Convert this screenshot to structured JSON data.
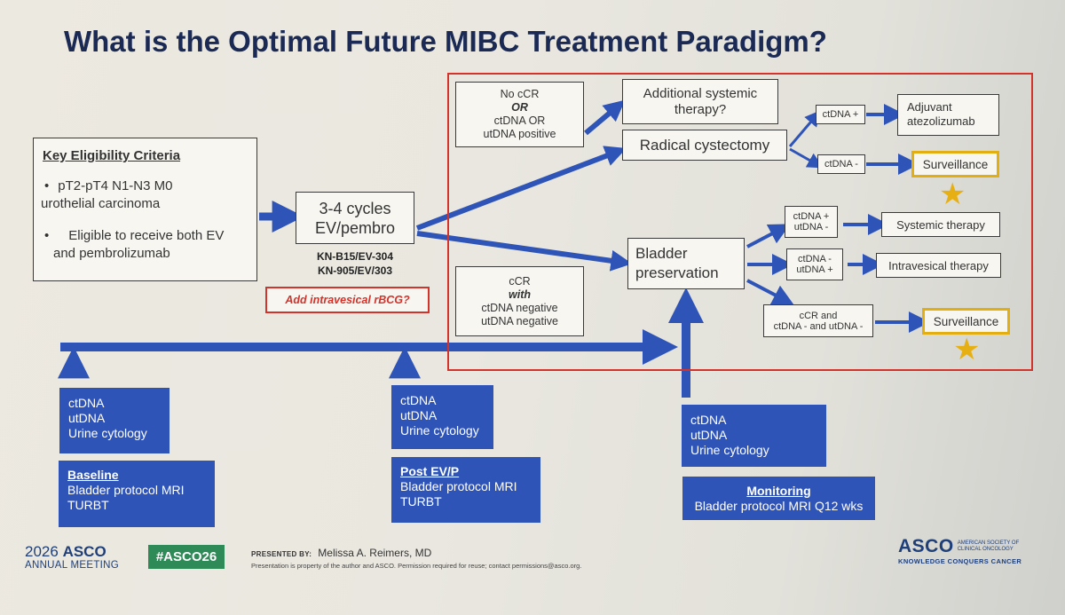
{
  "title": "What is the Optimal Future MIBC Treatment Paradigm?",
  "eligibility": {
    "heading": "Key Eligibility Criteria",
    "item1_bullet": "•",
    "item1_line1": "pT2-pT4 N1-N3 M0",
    "item1_line2": "urothelial carcinoma",
    "item2_bullet": "•",
    "item2_line1": "Eligible to receive both EV",
    "item2_line2": "and pembrolizumab"
  },
  "induction": {
    "line1": "3-4 cycles",
    "line2": "EV/pembro",
    "trial1": "KN-B15/EV-304",
    "trial2": "KN-905/EV/303",
    "add_question": "Add intravesical rBCG?"
  },
  "no_ccr": {
    "line1": "No cCR",
    "line2": "OR",
    "line3": "ctDNA OR",
    "line4": "utDNA positive"
  },
  "ccr_box": {
    "line1": "cCR",
    "line2": "with",
    "line3": "ctDNA negative",
    "line4": "utDNA negative"
  },
  "additional_systemic": {
    "line1": "Additional systemic",
    "line2": "therapy?"
  },
  "radical_cystectomy": "Radical cystectomy",
  "bladder_preservation": {
    "line1": "Bladder",
    "line2": "preservation"
  },
  "rc_branches": {
    "ctdna_pos": "ctDNA +",
    "ctdna_neg": "ctDNA -",
    "adjuvant_line1": "Adjuvant",
    "adjuvant_line2": "atezolizumab",
    "surveillance": "Surveillance"
  },
  "bp_branches": {
    "b1_line1": "ctDNA +",
    "b1_line2": "utDNA -",
    "b2_line1": "ctDNA -",
    "b2_line2": "utDNA +",
    "b3_line1": "cCR and",
    "b3_line2": "ctDNA - and utDNA -",
    "systemic_therapy": "Systemic therapy",
    "intravesical_therapy": "Intravesical therapy",
    "surveillance": "Surveillance"
  },
  "biomarker_boxes": {
    "line1": "ctDNA",
    "line2": "utDNA",
    "line3": "Urine cytology"
  },
  "baseline": {
    "heading": "Baseline",
    "line1": "Bladder protocol MRI",
    "line2": "TURBT"
  },
  "post_evp": {
    "heading": "Post EV/P",
    "line1": "Bladder protocol MRI",
    "line2": "TURBT"
  },
  "monitoring": {
    "heading": "Monitoring",
    "line1": "Bladder protocol MRI Q12 wks"
  },
  "footer": {
    "meeting_year": "2026",
    "meeting_org": "ASCO",
    "meeting_name": "ANNUAL MEETING",
    "hashtag": "#ASCO26",
    "presented_by_label": "PRESENTED BY:",
    "presenter": "Melissa A. Reimers, MD",
    "disclaimer": "Presentation is property of the author and ASCO. Permission required for reuse; contact permissions@asco.org.",
    "asco_logo": "ASCO",
    "society_line1": "AMERICAN SOCIETY OF",
    "society_line2": "CLINICAL ONCOLOGY",
    "tagline": "KNOWLEDGE CONQUERS CANCER"
  },
  "colors": {
    "arrow_blue": "#2f54b8",
    "box_blue": "#2f54b8",
    "frame_red": "#d2342c",
    "highlight_gold": "#e2ae11",
    "title_navy": "#1a2a55",
    "hashtag_green": "#2e8b57"
  },
  "icons": {
    "star": "★"
  }
}
